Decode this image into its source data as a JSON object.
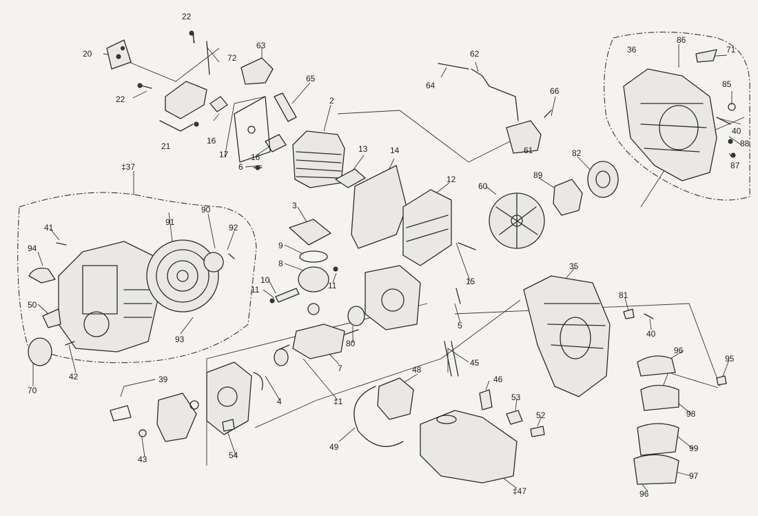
{
  "diagram": {
    "type": "exploded-parts-diagram",
    "callouts": [
      {
        "id": "c22a",
        "text": "22"
      },
      {
        "id": "c20",
        "text": "20"
      },
      {
        "id": "c72",
        "text": "72"
      },
      {
        "id": "c22b",
        "text": "22"
      },
      {
        "id": "c21",
        "text": "21"
      },
      {
        "id": "c16a",
        "text": "16"
      },
      {
        "id": "c63",
        "text": "63"
      },
      {
        "id": "c65",
        "text": "65"
      },
      {
        "id": "c2",
        "text": "2"
      },
      {
        "id": "c17",
        "text": "17"
      },
      {
        "id": "c16b",
        "text": "16"
      },
      {
        "id": "c6",
        "text": "6"
      },
      {
        "id": "c13",
        "text": "13"
      },
      {
        "id": "c14",
        "text": "14"
      },
      {
        "id": "c64",
        "text": "64"
      },
      {
        "id": "c62",
        "text": "62"
      },
      {
        "id": "c66",
        "text": "66"
      },
      {
        "id": "c61",
        "text": "61"
      },
      {
        "id": "c36",
        "text": "36"
      },
      {
        "id": "c86",
        "text": "86"
      },
      {
        "id": "c71",
        "text": "71"
      },
      {
        "id": "c85",
        "text": "85"
      },
      {
        "id": "c40a",
        "text": "40"
      },
      {
        "id": "c88",
        "text": "88"
      },
      {
        "id": "c87",
        "text": "87"
      },
      {
        "id": "c82",
        "text": "82"
      },
      {
        "id": "c89",
        "text": "89"
      },
      {
        "id": "c60",
        "text": "60"
      },
      {
        "id": "c12",
        "text": "12"
      },
      {
        "id": "c37",
        "text": "‡37"
      },
      {
        "id": "c41",
        "text": "41"
      },
      {
        "id": "c91",
        "text": "91"
      },
      {
        "id": "c90",
        "text": "90"
      },
      {
        "id": "c92",
        "text": "92"
      },
      {
        "id": "c94",
        "text": "94"
      },
      {
        "id": "c3",
        "text": "3"
      },
      {
        "id": "c9",
        "text": "9"
      },
      {
        "id": "c8",
        "text": "8"
      },
      {
        "id": "c10",
        "text": "10"
      },
      {
        "id": "c11a",
        "text": "11"
      },
      {
        "id": "c11b",
        "text": "11"
      },
      {
        "id": "c15",
        "text": "15"
      },
      {
        "id": "c35",
        "text": "35"
      },
      {
        "id": "c81",
        "text": "81"
      },
      {
        "id": "c40b",
        "text": "40"
      },
      {
        "id": "c50",
        "text": "50"
      },
      {
        "id": "c93",
        "text": "93"
      },
      {
        "id": "c5",
        "text": "5"
      },
      {
        "id": "c80",
        "text": "80"
      },
      {
        "id": "c7",
        "text": "7"
      },
      {
        "id": "c70",
        "text": "70"
      },
      {
        "id": "c42",
        "text": "42"
      },
      {
        "id": "c39",
        "text": "39"
      },
      {
        "id": "c4",
        "text": "4"
      },
      {
        "id": "c1",
        "text": "‡1"
      },
      {
        "id": "c45",
        "text": "45"
      },
      {
        "id": "c48",
        "text": "48"
      },
      {
        "id": "c46",
        "text": "46"
      },
      {
        "id": "c96a",
        "text": "96"
      },
      {
        "id": "c95",
        "text": "95"
      },
      {
        "id": "c53",
        "text": "53"
      },
      {
        "id": "c98",
        "text": "98"
      },
      {
        "id": "c52",
        "text": "52"
      },
      {
        "id": "c99",
        "text": "99"
      },
      {
        "id": "c49",
        "text": "49"
      },
      {
        "id": "c54",
        "text": "54"
      },
      {
        "id": "c43",
        "text": "43"
      },
      {
        "id": "c97",
        "text": "97"
      },
      {
        "id": "c47",
        "text": "‡47"
      },
      {
        "id": "c96b",
        "text": "96"
      }
    ]
  }
}
